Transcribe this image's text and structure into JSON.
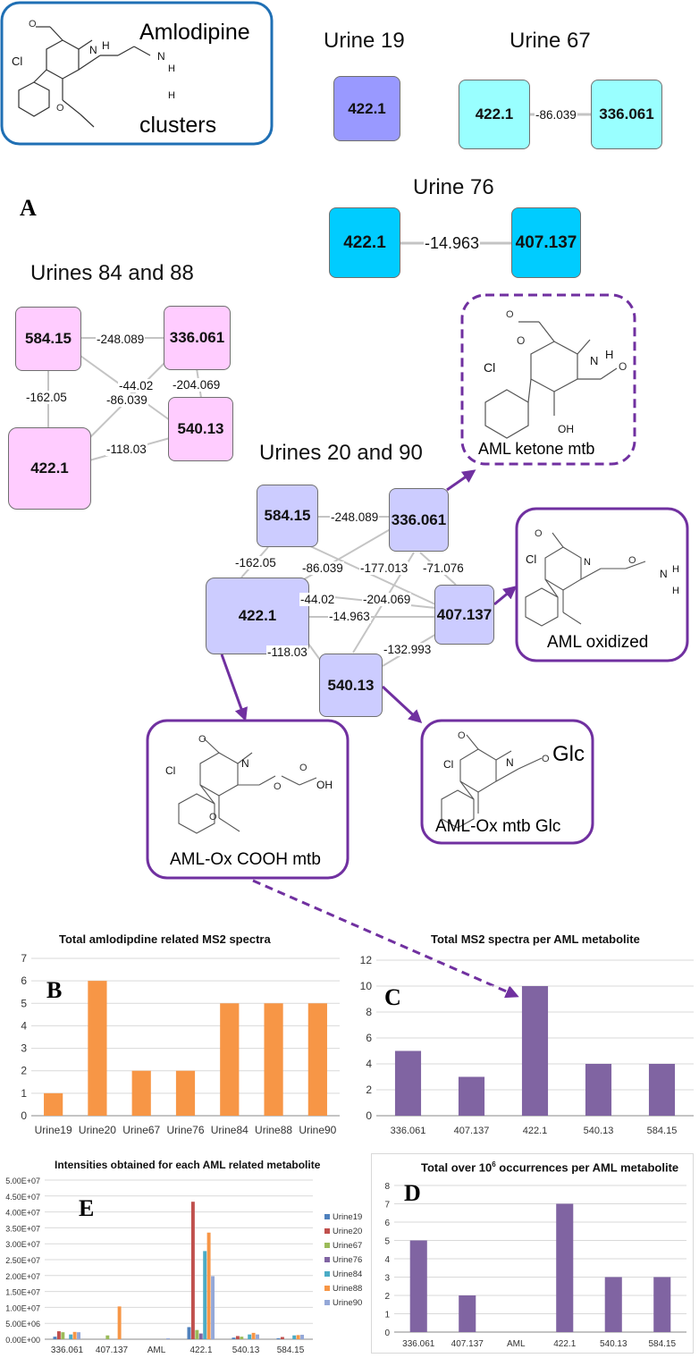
{
  "network": {
    "legend": {
      "line1": "Amlodipine",
      "line2": "clusters"
    },
    "panel_letter": "A",
    "clusters": {
      "u19": {
        "title": "Urine 19",
        "nodes": [
          "422.1"
        ]
      },
      "u67": {
        "title": "Urine 67",
        "nodes": [
          "422.1",
          "336.061"
        ],
        "edges": [
          "-86.039"
        ]
      },
      "u76": {
        "title": "Urine 76",
        "nodes": [
          "422.1",
          "407.137"
        ],
        "edges": [
          "-14.963"
        ]
      },
      "u84": {
        "title": "Urines 84 and 88",
        "nodes": [
          "584.15",
          "336.061",
          "540.13",
          "422.1"
        ],
        "edges": [
          "-248.089",
          "-204.069",
          "-162.05",
          "-44.02",
          "-86.039",
          "-118.03"
        ]
      },
      "u20": {
        "title": "Urines 20 and 90",
        "nodes": [
          "584.15",
          "336.061",
          "422.1",
          "407.137",
          "540.13"
        ],
        "edges": [
          "-248.089",
          "-162.05",
          "-86.039",
          "-177.013",
          "-71.076",
          "-44.02",
          "-204.069",
          "-14.963",
          "-118.03",
          "-132.993"
        ]
      }
    },
    "metabolites": {
      "ketone": {
        "label": "AML ketone mtb"
      },
      "oxidized": {
        "label": "AML oxidized"
      },
      "glc": {
        "label": "AML-Ox mtb Glc",
        "tag": "Glc"
      },
      "cooh": {
        "label": "AML-Ox COOH mtb"
      }
    },
    "structure_atoms": {
      "cl": "Cl",
      "n": "N",
      "h": "H",
      "o": "O",
      "oh": "OH"
    }
  },
  "colors": {
    "u19": "#9999ff",
    "u67": "#99ffff",
    "u76": "#00ccff",
    "u84": "#ffccff",
    "u20": "#ccccff",
    "purple": "#7030a0",
    "blue_box": "#1f6fb4",
    "orange": "#f79646",
    "violet": "#8064a2"
  },
  "chart_data": [
    {
      "id": "B",
      "panel_letter": "B",
      "type": "bar",
      "title": "Total amlodipdine related MS2 spectra",
      "categories": [
        "Urine19",
        "Urine20",
        "Urine67",
        "Urine76",
        "Urine84",
        "Urine88",
        "Urine90"
      ],
      "values": [
        1,
        6,
        2,
        2,
        5,
        5,
        5
      ],
      "ylim": [
        0,
        7
      ],
      "yticks": [
        "0",
        "1",
        "2",
        "3",
        "4",
        "5",
        "6",
        "7"
      ],
      "grid": true,
      "color": "#f79646"
    },
    {
      "id": "C",
      "panel_letter": "C",
      "type": "bar",
      "title": "Total MS2 spectra per AML metabolite",
      "categories": [
        "336.061",
        "407.137",
        "422.1",
        "540.13",
        "584.15"
      ],
      "values": [
        5,
        3,
        10,
        4,
        4
      ],
      "ylim": [
        0,
        12
      ],
      "yticks": [
        "0",
        "2",
        "4",
        "6",
        "8",
        "10",
        "12"
      ],
      "grid": true,
      "color": "#8064a2"
    },
    {
      "id": "E",
      "panel_letter": "E",
      "type": "bar",
      "title": "Intensities obtained for each AML related metabolite",
      "categories": [
        "336.061",
        "407.137",
        "AML",
        "422.1",
        "540.13",
        "584.15"
      ],
      "ylim": [
        0,
        50000000
      ],
      "yticks": [
        "0.00E+00",
        "5.00E+06",
        "1.00E+07",
        "1.50E+07",
        "2.00E+07",
        "2.50E+07",
        "3.00E+07",
        "3.50E+07",
        "4.00E+07",
        "4.50E+07",
        "5.00E+07"
      ],
      "grid": true,
      "legend_position": "right",
      "series": [
        {
          "name": "Urine19",
          "color": "#4f81bd",
          "values": [
            800000,
            0,
            0,
            3800000,
            500000,
            300000
          ]
        },
        {
          "name": "Urine20",
          "color": "#c0504d",
          "values": [
            2500000,
            0,
            0,
            43200000,
            1000000,
            700000
          ]
        },
        {
          "name": "Urine67",
          "color": "#9bbb59",
          "values": [
            2200000,
            1200000,
            0,
            2900000,
            800000,
            0
          ]
        },
        {
          "name": "Urine76",
          "color": "#8064a2",
          "values": [
            0,
            0,
            0,
            1800000,
            0,
            0
          ]
        },
        {
          "name": "Urine84",
          "color": "#4bacc6",
          "values": [
            1500000,
            0,
            0,
            27700000,
            1500000,
            1200000
          ]
        },
        {
          "name": "Urine88",
          "color": "#f79646",
          "values": [
            2300000,
            10300000,
            0,
            33500000,
            2000000,
            1300000
          ]
        },
        {
          "name": "Urine90",
          "color": "#94a8d8",
          "values": [
            2200000,
            0,
            300000,
            19800000,
            1500000,
            1400000
          ]
        }
      ]
    },
    {
      "id": "D",
      "panel_letter": "D",
      "type": "bar",
      "title_main": "Total over 10",
      "title_sup": "6",
      "title_end": " occurrences per AML metabolite",
      "categories": [
        "336.061",
        "407.137",
        "AML",
        "422.1",
        "540.13",
        "584.15"
      ],
      "values": [
        5,
        2,
        0,
        7,
        3,
        3
      ],
      "ylim": [
        0,
        8
      ],
      "yticks": [
        "0",
        "1",
        "2",
        "3",
        "4",
        "5",
        "6",
        "7",
        "8"
      ],
      "grid": true,
      "color": "#8064a2"
    }
  ]
}
